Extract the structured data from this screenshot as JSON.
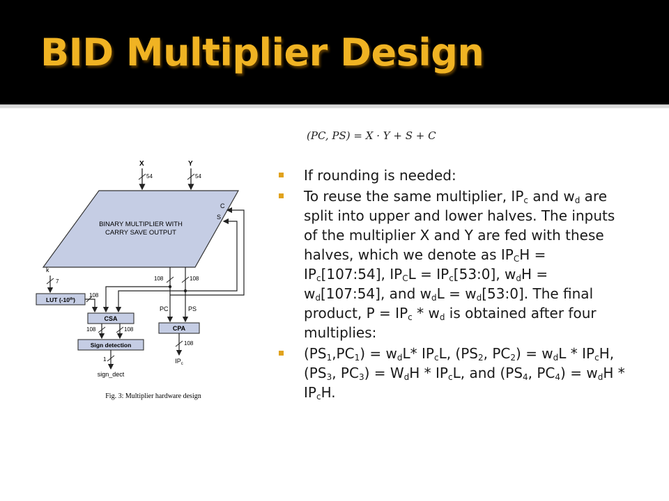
{
  "slide": {
    "title": "BID Multiplier Design",
    "formula": "(PC, PS) = X · Y + S + C"
  },
  "bullets": {
    "b1": {
      "text": "If rounding is needed:"
    },
    "b2": {
      "t1": "To reuse the same multiplier, IP",
      "s1": "c",
      "t2": " and w",
      "s2": "d",
      "t3": " are split into upper and lower halves. The inputs of the multiplier X and Y are fed with these halves, which we denote as IP",
      "s3": "C",
      "t4": "H = IP",
      "s4": "c",
      "t5": "[107:54], IP",
      "s5": "C",
      "t6": "L = IP",
      "s6": "c",
      "t7": "[53:0], w",
      "s7": "d",
      "t8": "H = w",
      "s8": "d",
      "t9": "[107:54], and w",
      "s9": "d",
      "t10": "L = w",
      "s10": "d",
      "t11": "[53:0]. The final product, P = IP",
      "s11": "c",
      "t12": " * w",
      "s12": "d",
      "t13": " is obtained after four multiplies:"
    },
    "b3": {
      "t1": "(PS",
      "s1": "1",
      "t2": ",PC",
      "s2": "1",
      "t3": ") = w",
      "s3": "d",
      "t4": "L* IP",
      "s4": "c",
      "t5": "L, (PS",
      "s5": "2",
      "t6": ", PC",
      "s6": "2",
      "t7": ") = w",
      "s7": "d",
      "t8": "L * IP",
      "s8": "c",
      "t9": "H, (PS",
      "s9": "3",
      "t10": ", PC",
      "s10": "3",
      "t11": ") = W",
      "s11": "d",
      "t12": "H * IP",
      "s12": "c",
      "t13": "L, and (PS",
      "s13": "4",
      "t14": ", PC",
      "s14": "4",
      "t15": ") = w",
      "s15": "d",
      "t16": "H * IP",
      "s16": "c",
      "t17": "H."
    }
  },
  "diagram": {
    "x_label": "X",
    "y_label": "Y",
    "x_width": "54",
    "y_width": "54",
    "k_label": "k",
    "k_width": "7",
    "multiplier_line1": "BINARY MULTIPLIER WITH",
    "multiplier_line2": "CARRY SAVE OUTPUT",
    "c_label": "C",
    "s_label": "S",
    "w108_left": "108",
    "w108_right": "108",
    "lut_label": "LUT (-10",
    "lut_sup": "th",
    "lut_close": ")",
    "w108_lut": "108",
    "pc_label": "PC",
    "ps_label": "PS",
    "csa_label": "CSA",
    "cpa_label": "CPA",
    "w108_csa_left": "108",
    "w108_csa_right": "108",
    "w108_cpa": "108",
    "sign_label": "Sign detection",
    "sign_width": "1",
    "sign_out": "sign_dect",
    "ip_out": "IP",
    "ip_sub": "c",
    "caption": "Fig. 3: Multiplier hardware design"
  }
}
